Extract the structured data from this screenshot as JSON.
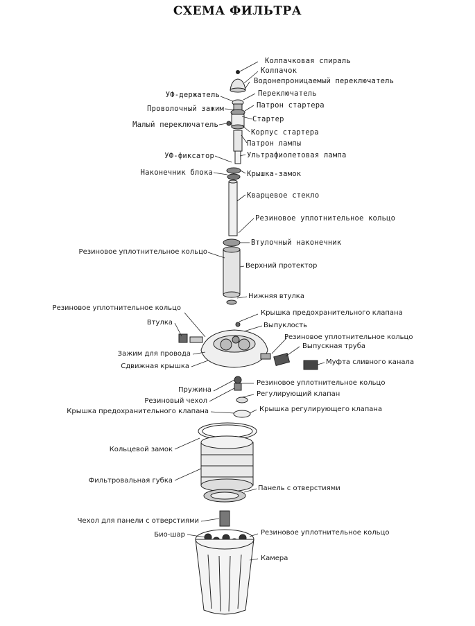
{
  "title": "СХЕМА ФИЛЬТРА",
  "labels": {
    "kolpachkovaya_spiral": "Колпачковая спираль",
    "kolpachok": "Колпачок",
    "vodonepronitsaemyi": "Водонепроницаемый переключатель",
    "uf_derzhatel": "УФ-держатель",
    "pereklyuchatel": "Переключатель",
    "provolochnyi_zazhim": "Проволочный зажим",
    "patron_startera": "Патрон стартера",
    "starter": "Стартер",
    "malyi_pereklyuchatel": "Малый переключатель",
    "korpus_startera": "Корпус стартера",
    "patron_lampy": "Патрон лампы",
    "uf_fiksator": "УФ-фиксатор",
    "uf_lampa": "Ультрафиолетовая лампа",
    "nakonechnik_bloka": "Наконечник блока",
    "kryshka_zamok": "Крышка-замок",
    "kvartsevoe_steklo": "Кварцевое стекло",
    "rezin_kolco_1": "Резиновое уплотнительное кольцо",
    "vtulochnyi_nakonechnik": "Втулочный наконечник",
    "rezin_kolco_2": "Резиновое уплотнительное кольцо",
    "verhnii_protektor": "Верхний протектор",
    "nizhnyaya_vtulka": "Нижняя втулка",
    "rezin_kolco_3": "Резиновое уплотнительное кольцо",
    "kryshka_predohr_1": "Крышка предохранительного клапана",
    "vtulka": "Втулка",
    "vypuklost": "Выпуклость",
    "rezin_kolco_4": "Резиновое уплотнительное кольцо",
    "vypusknaya_truba": "Выпускная труба",
    "zazhim_dlya_provoda": "Зажим для провода",
    "mufta": "Муфта сливного канала",
    "sdvizhnaya_kryshka": "Сдвижная крышка",
    "rezin_kolco_5": "Резиновое уплотнительное кольцо",
    "pruzhina": "Пружина",
    "reguliruyushchii_klapan": "Регулирующий клапан",
    "rezinovyi_chehol": "Резиновый чехол",
    "kryshka_predohr_2": "Крышка предохранительного клапана",
    "kryshka_regul": "Крышка регулирующего клапана",
    "kolcevoi_zamok": "Кольцевой замок",
    "filtrovalnaya_gubka": "Фильтровальная губка",
    "panel": "Панель с отверстиями",
    "chehol_dlya_paneli": "Чехол для панели с отверстиями",
    "bio_shar": "Био-шар",
    "rezin_kolco_6": "Резиновое уплотнительное кольцо",
    "kamera": "Камера"
  }
}
